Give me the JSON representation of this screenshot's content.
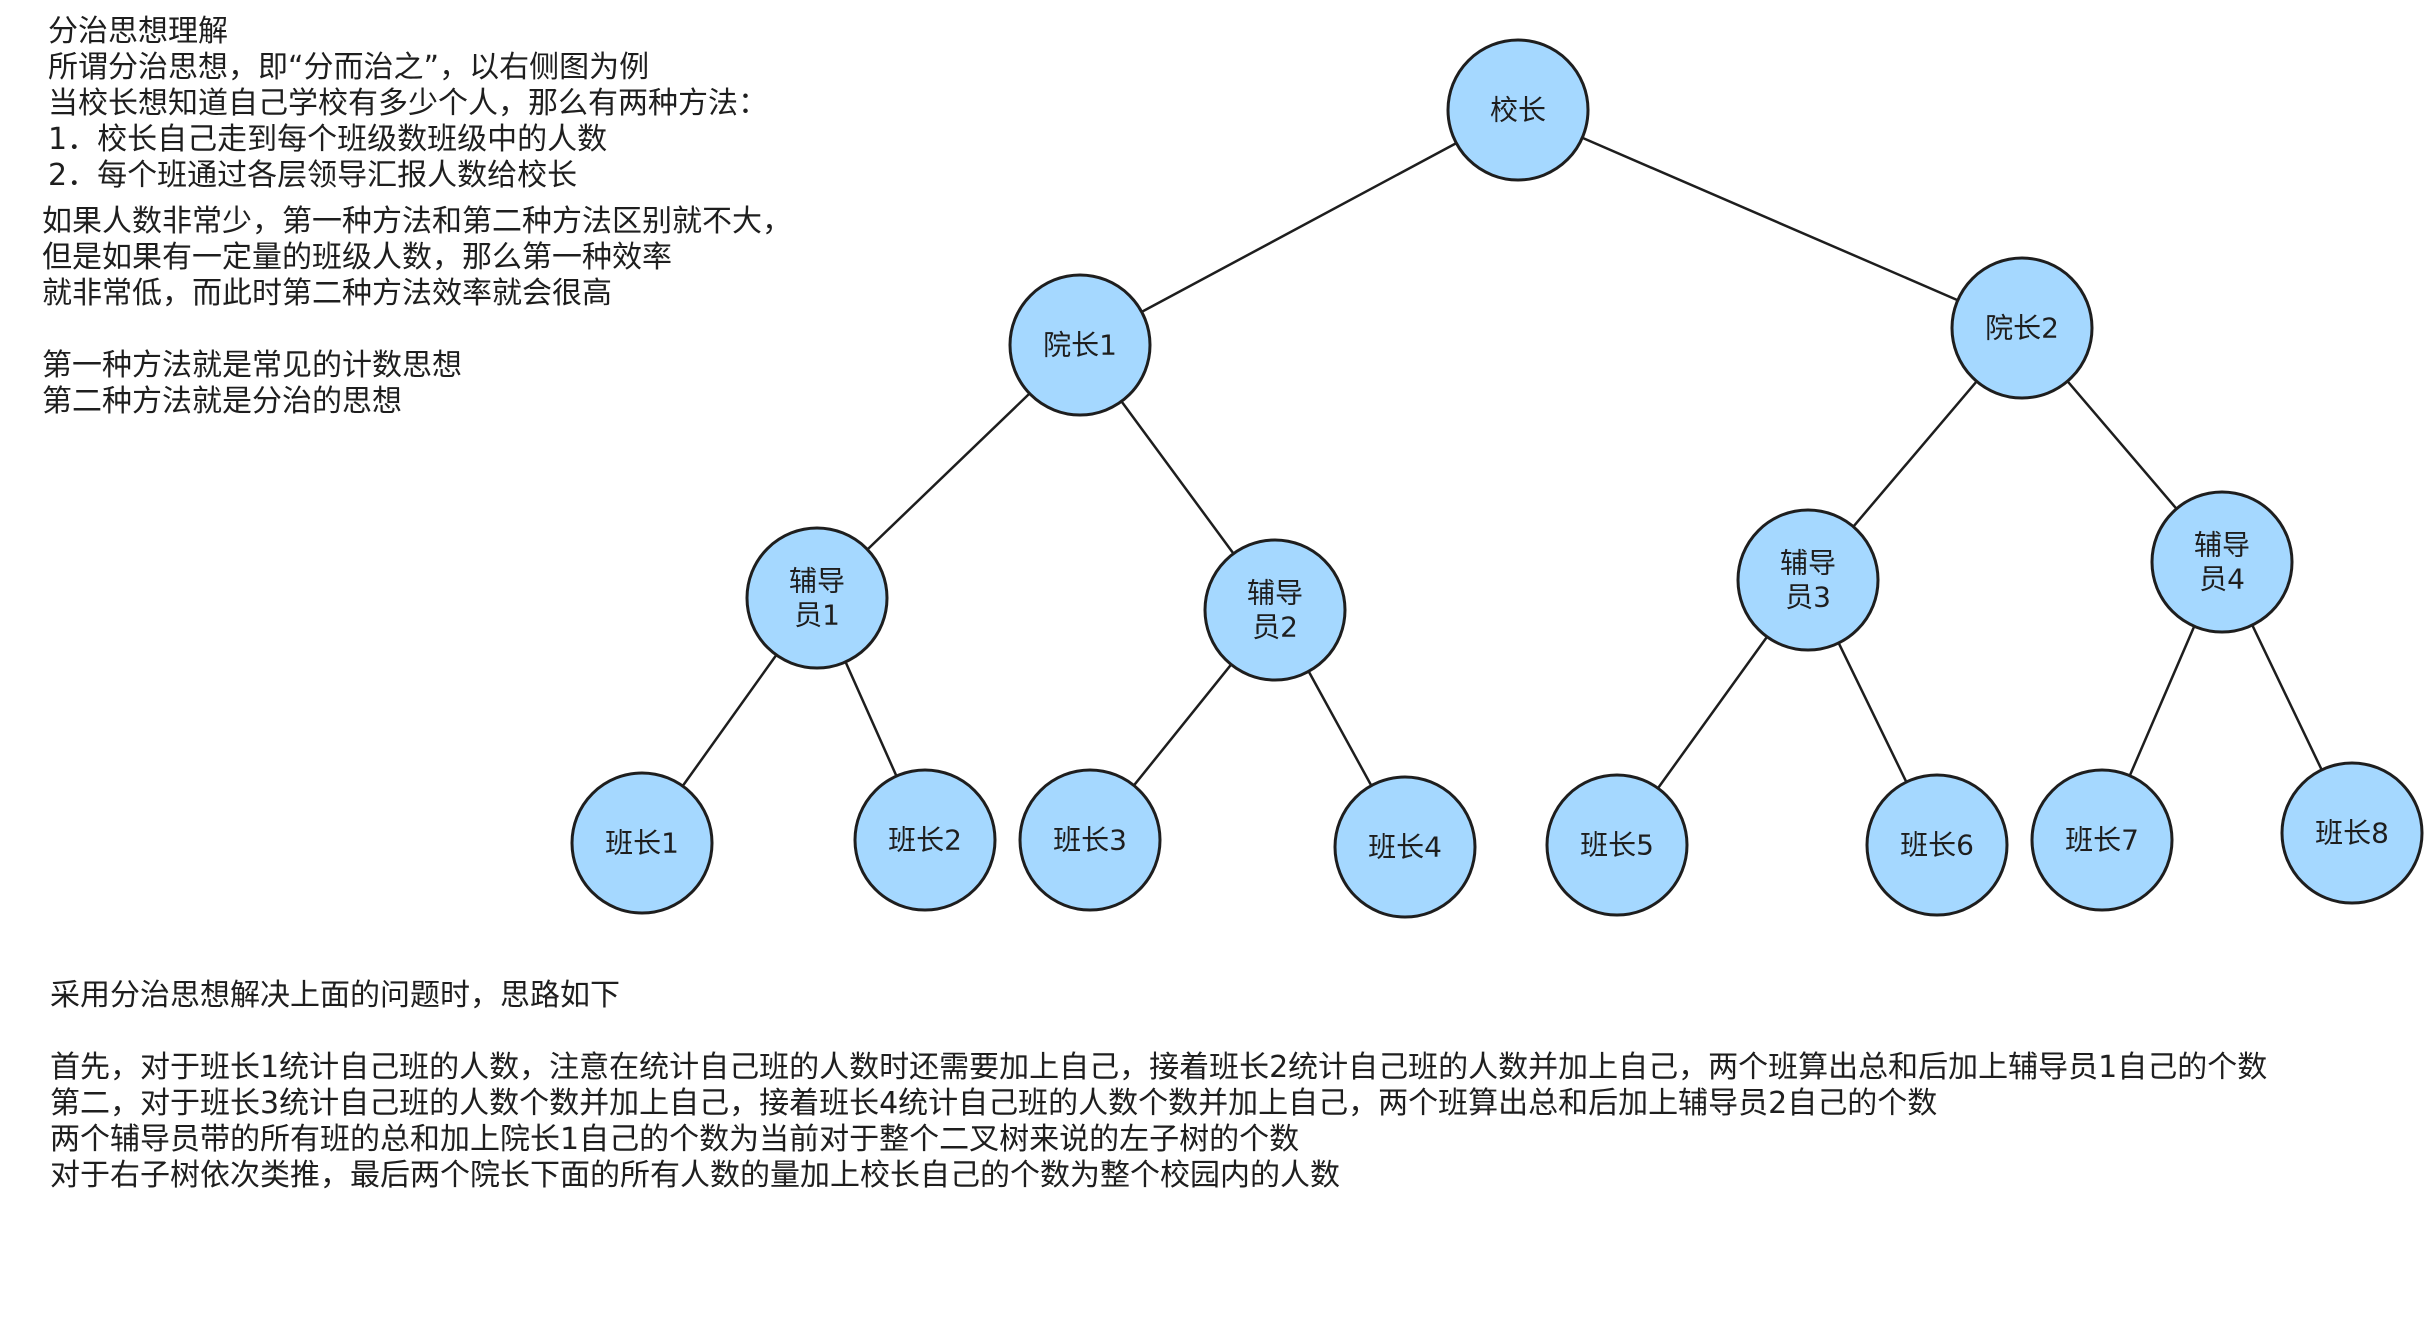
{
  "intro": {
    "lines": [
      "分治思想理解",
      "所谓分治思想，即“分而治之”，以右侧图为例",
      "当校长想知道自己学校有多少个人，那么有两种方法：",
      "1．校长自己走到每个班级数班级中的人数",
      "2．每个班通过各层领导汇报人数给校长"
    ]
  },
  "explain": {
    "lines": [
      "如果人数非常少，第一种方法和第二种方法区别就不大，",
      "但是如果有一定量的班级人数，那么第一种效率",
      "就非常低，而此时第二种方法效率就会很高",
      "",
      "第一种方法就是常见的计数思想",
      "第二种方法就是分治的思想"
    ]
  },
  "solution": {
    "lines": [
      "采用分治思想解决上面的问题时，思路如下",
      "",
      "首先，对于班长1统计自己班的人数，注意在统计自己班的人数时还需要加上自己，接着班长2统计自己班的人数并加上自己，两个班算出总和后加上辅导员1自己的个数",
      "第二，对于班长3统计自己班的人数个数并加上自己，接着班长4统计自己班的人数个数并加上自己，两个班算出总和后加上辅导员2自己的个数",
      "两个辅导员带的所有班的总和加上院长1自己的个数为当前对于整个二叉树来说的左子树的个数",
      "对于右子树依次类推，最后两个院长下面的所有人数的量加上校长自己的个数为整个校园内的人数"
    ]
  },
  "tree": {
    "node_fill": "#a5d8ff",
    "node_stroke": "#1e1e1e",
    "nodes": [
      {
        "id": "principal",
        "label": [
          "校长"
        ]
      },
      {
        "id": "dean1",
        "label": [
          "院长1"
        ]
      },
      {
        "id": "dean2",
        "label": [
          "院长2"
        ]
      },
      {
        "id": "counselor1",
        "label": [
          "辅导",
          "员1"
        ]
      },
      {
        "id": "counselor2",
        "label": [
          "辅导",
          "员2"
        ]
      },
      {
        "id": "counselor3",
        "label": [
          "辅导",
          "员3"
        ]
      },
      {
        "id": "counselor4",
        "label": [
          "辅导",
          "员4"
        ]
      },
      {
        "id": "monitor1",
        "label": [
          "班长1"
        ]
      },
      {
        "id": "monitor2",
        "label": [
          "班长2"
        ]
      },
      {
        "id": "monitor3",
        "label": [
          "班长3"
        ]
      },
      {
        "id": "monitor4",
        "label": [
          "班长4"
        ]
      },
      {
        "id": "monitor5",
        "label": [
          "班长5"
        ]
      },
      {
        "id": "monitor6",
        "label": [
          "班长6"
        ]
      },
      {
        "id": "monitor7",
        "label": [
          "班长7"
        ]
      },
      {
        "id": "monitor8",
        "label": [
          "班长8"
        ]
      }
    ],
    "edges": [
      [
        "principal",
        "dean1"
      ],
      [
        "principal",
        "dean2"
      ],
      [
        "dean1",
        "counselor1"
      ],
      [
        "dean1",
        "counselor2"
      ],
      [
        "dean2",
        "counselor3"
      ],
      [
        "dean2",
        "counselor4"
      ],
      [
        "counselor1",
        "monitor1"
      ],
      [
        "counselor1",
        "monitor2"
      ],
      [
        "counselor2",
        "monitor3"
      ],
      [
        "counselor2",
        "monitor4"
      ],
      [
        "counselor3",
        "monitor5"
      ],
      [
        "counselor3",
        "monitor6"
      ],
      [
        "counselor4",
        "monitor7"
      ],
      [
        "counselor4",
        "monitor8"
      ]
    ]
  }
}
